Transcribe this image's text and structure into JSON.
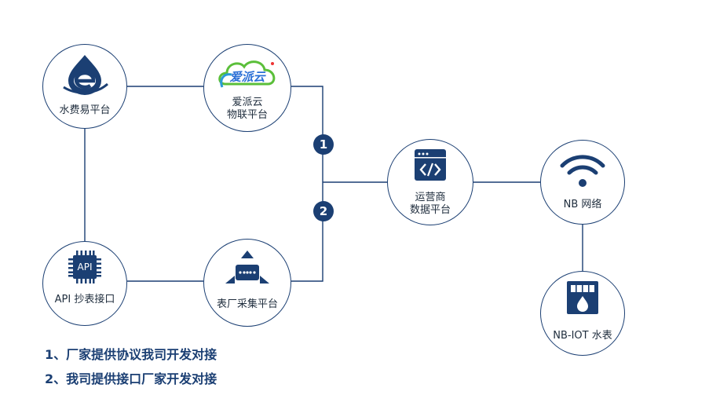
{
  "colors": {
    "accent": "#1b3f73",
    "line": "#1b3f73",
    "label": "#1f2d3d",
    "cloud_green": "#5bbf3a"
  },
  "nodes": {
    "shuifeiyi": {
      "label1": "水费易平台",
      "icon": "water-drop-e-logo-icon"
    },
    "aipaiyun": {
      "logo_text": "爱派云",
      "label1": "爱派云",
      "label2": "物联平台",
      "icon": "cloud-logo-icon"
    },
    "api": {
      "chip_text": "API",
      "label1": "API 抄表接口",
      "icon": "api-chip-icon"
    },
    "collector": {
      "label1": "表厂采集平台",
      "icon": "collector-device-icon"
    },
    "operator": {
      "label1": "运营商",
      "label2": "数据平台",
      "icon": "code-window-icon"
    },
    "nb": {
      "label1": "NB 网络",
      "icon": "wifi-signal-icon"
    },
    "meter": {
      "label1": "NB-IOT 水表",
      "icon": "water-meter-icon"
    }
  },
  "badges": {
    "one": "1",
    "two": "2"
  },
  "notes": {
    "line1": "1、厂家提供协议我司开发对接",
    "line2": "2、我司提供接口厂家开发对接"
  }
}
